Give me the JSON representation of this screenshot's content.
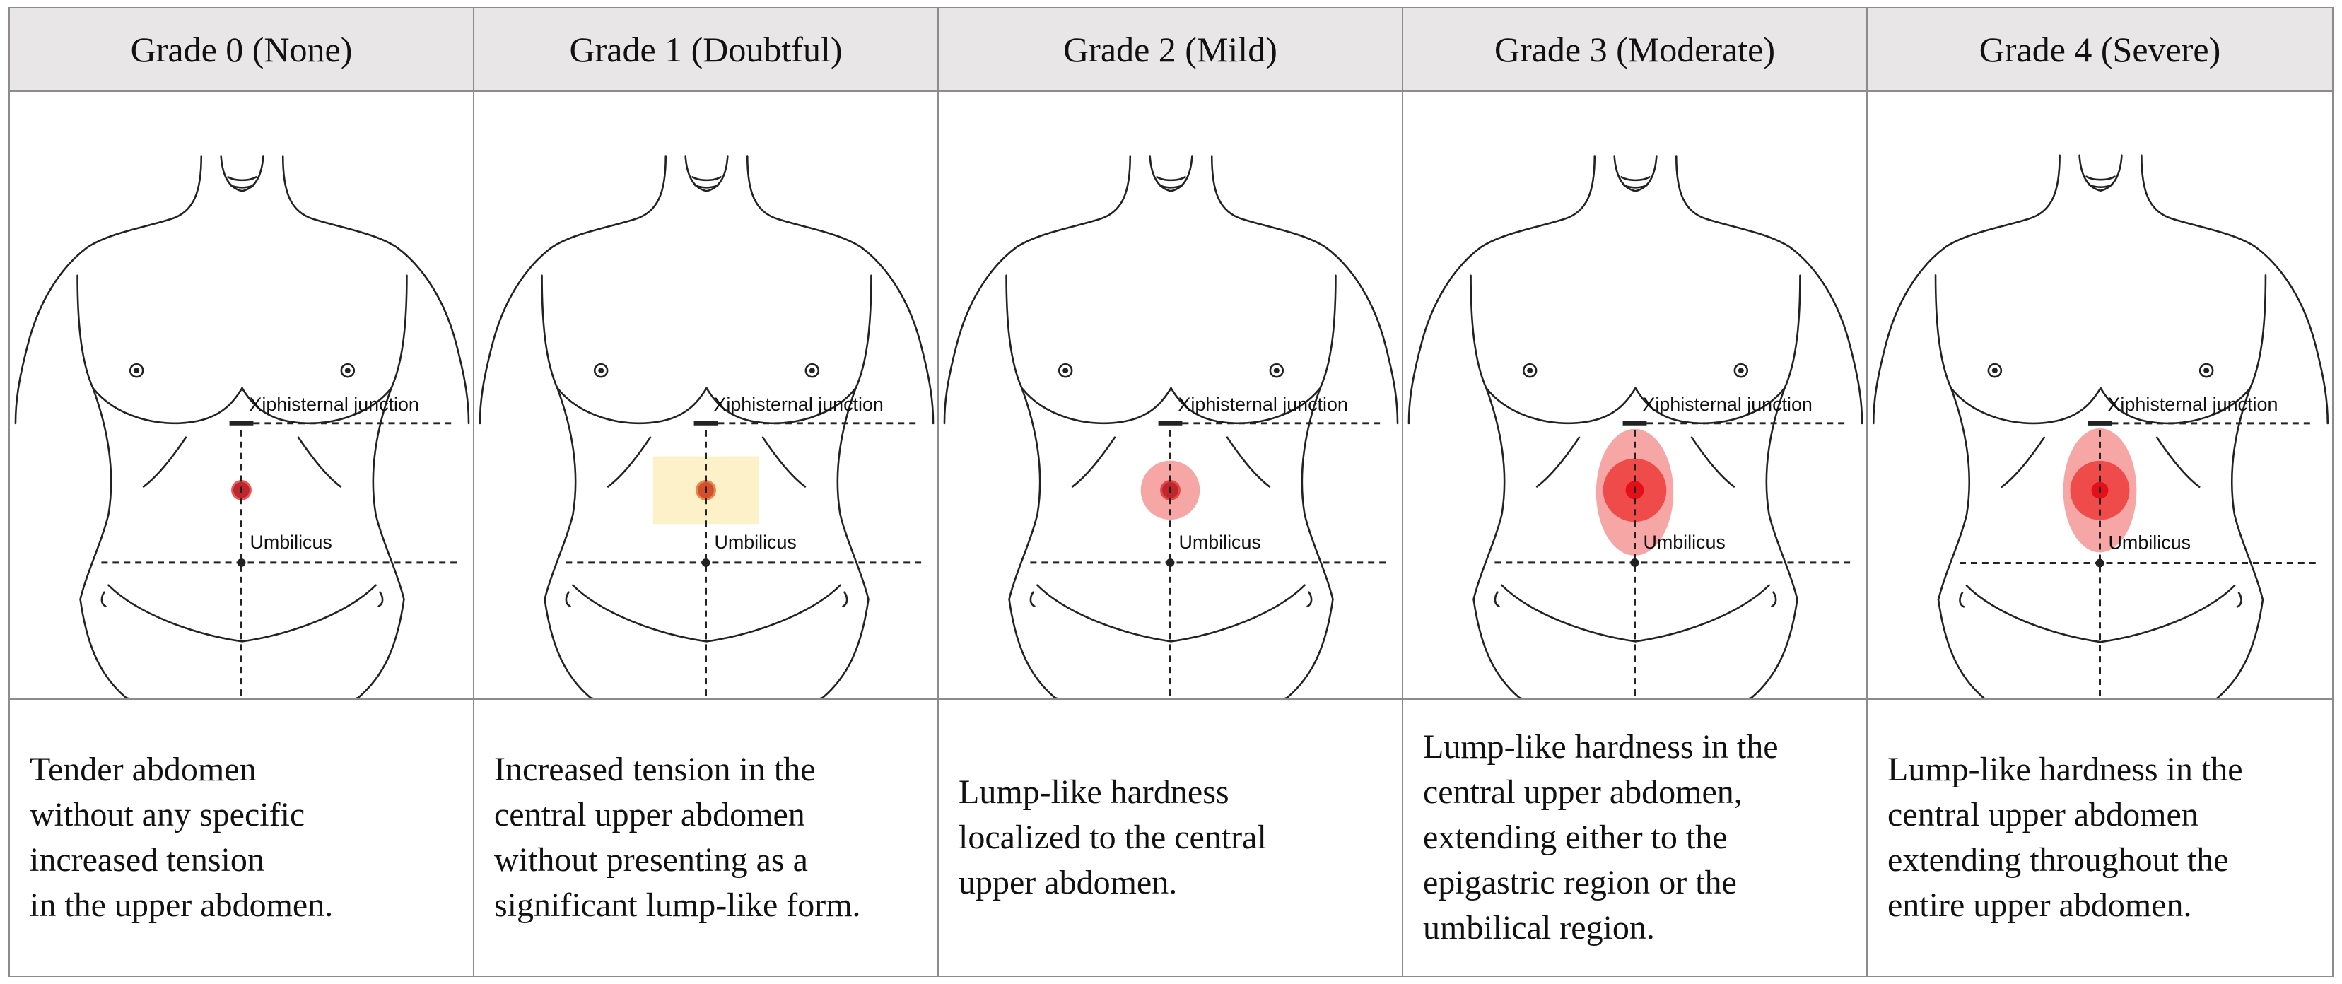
{
  "labels": {
    "xiphisternal": "Xiphisternal junction",
    "umbilicus": "Umbilicus"
  },
  "grades": [
    {
      "title": "Grade 0 (None)",
      "description": "Tender abdomen\nwithout any specific\nincreased tension\nin the upper abdomen.",
      "marker": "dot"
    },
    {
      "title": "Grade 1 (Doubtful)",
      "description": "Increased tension in the\ncentral upper abdomen\nwithout presenting as a\nsignificant lump-like form.",
      "marker": "square"
    },
    {
      "title": "Grade 2 (Mild)",
      "description": "Lump-like hardness\nlocalized to the central\nupper abdomen.",
      "marker": "circle"
    },
    {
      "title": "Grade 3 (Moderate)",
      "description": "Lump-like hardness in the\ncentral upper abdomen,\nextending either to the\nepigastric region or the\numbilical region.",
      "marker": "ellipse-large"
    },
    {
      "title": "Grade 4 (Severe)",
      "description": "Lump-like hardness in the\ncentral upper abdomen\nextending throughout the\nentire upper abdomen.",
      "marker": "ellipse-offset"
    }
  ],
  "colors": {
    "dot": "#c0272d",
    "highlight_square": "#fdf1c9",
    "light_red": "#f7a6a6",
    "mid_red": "#f04b4b",
    "core_red": "#e3101a",
    "line": "#222222"
  }
}
